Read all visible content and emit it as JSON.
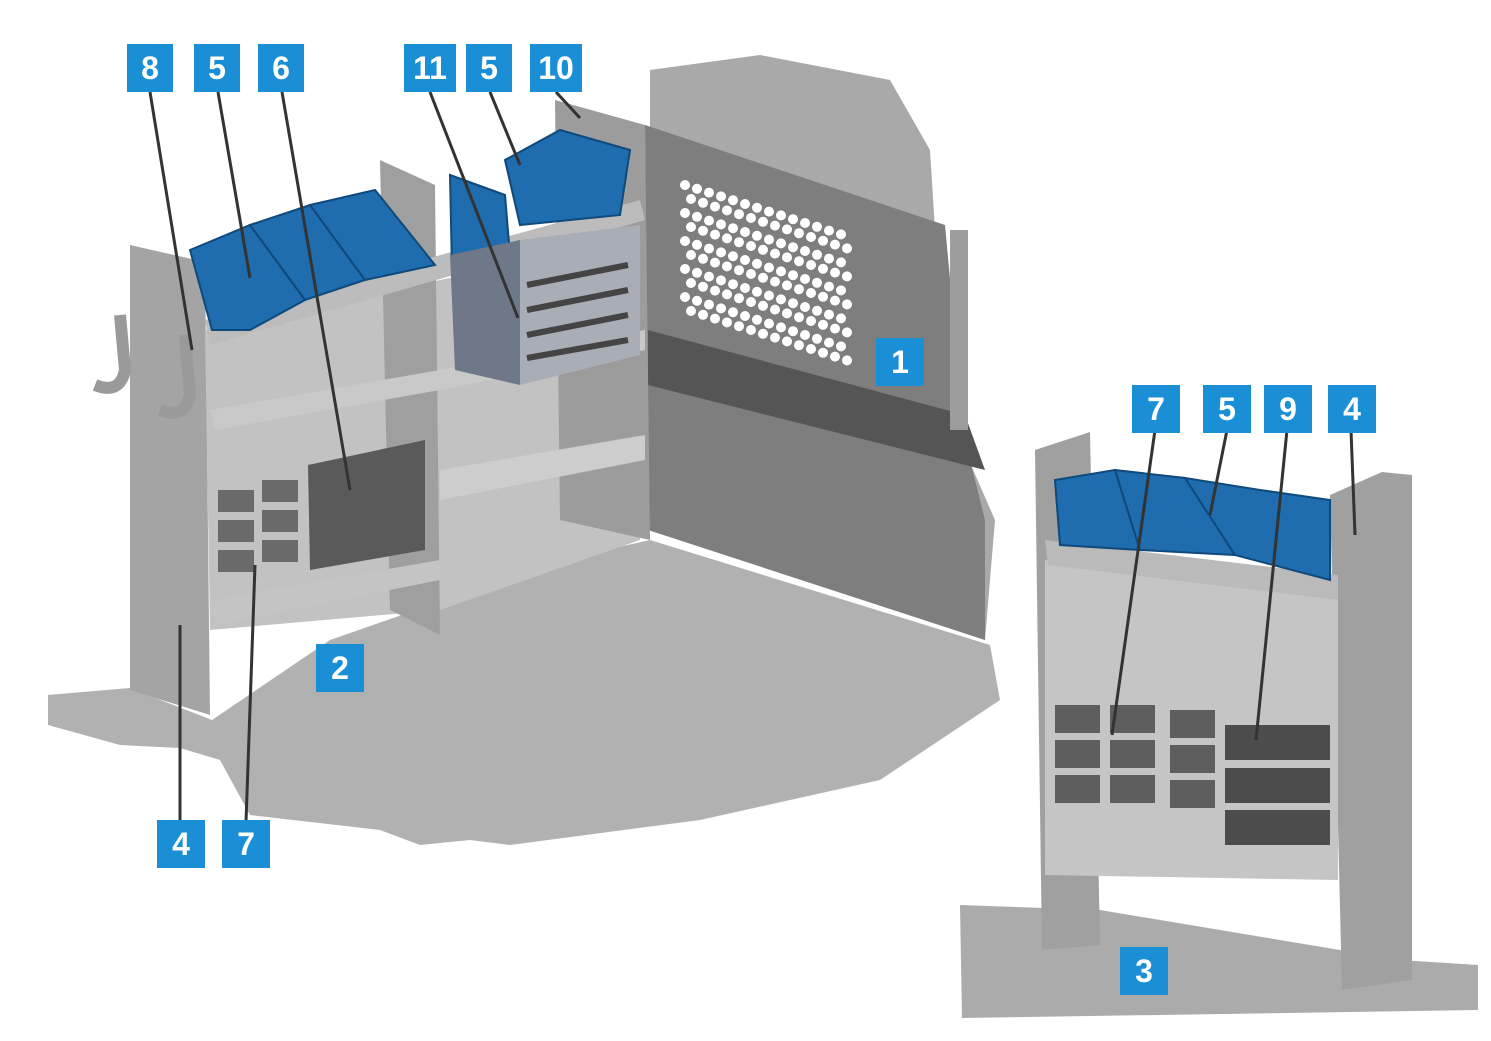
{
  "palette": {
    "callout_blue": "#1a8fd6",
    "bin_blue": "#1e6fb0",
    "shelf_gray": "#b8b8b8",
    "panel_dark": "#8f8f8f",
    "floor_gray": "#b0b0b0"
  },
  "callouts": [
    {
      "key": "left-top-8",
      "label": "8"
    },
    {
      "key": "left-top-5",
      "label": "5"
    },
    {
      "key": "left-top-6",
      "label": "6"
    },
    {
      "key": "left-top-11",
      "label": "11"
    },
    {
      "key": "left-top-5b",
      "label": "5"
    },
    {
      "key": "left-top-10",
      "label": "10"
    },
    {
      "key": "partition-1",
      "label": "1"
    },
    {
      "key": "floor-2",
      "label": "2"
    },
    {
      "key": "left-bottom-4",
      "label": "4"
    },
    {
      "key": "left-bottom-7",
      "label": "7"
    },
    {
      "key": "right-top-7",
      "label": "7"
    },
    {
      "key": "right-top-5",
      "label": "5"
    },
    {
      "key": "right-top-9",
      "label": "9"
    },
    {
      "key": "right-top-4",
      "label": "4"
    },
    {
      "key": "right-floor-3",
      "label": "3"
    }
  ]
}
